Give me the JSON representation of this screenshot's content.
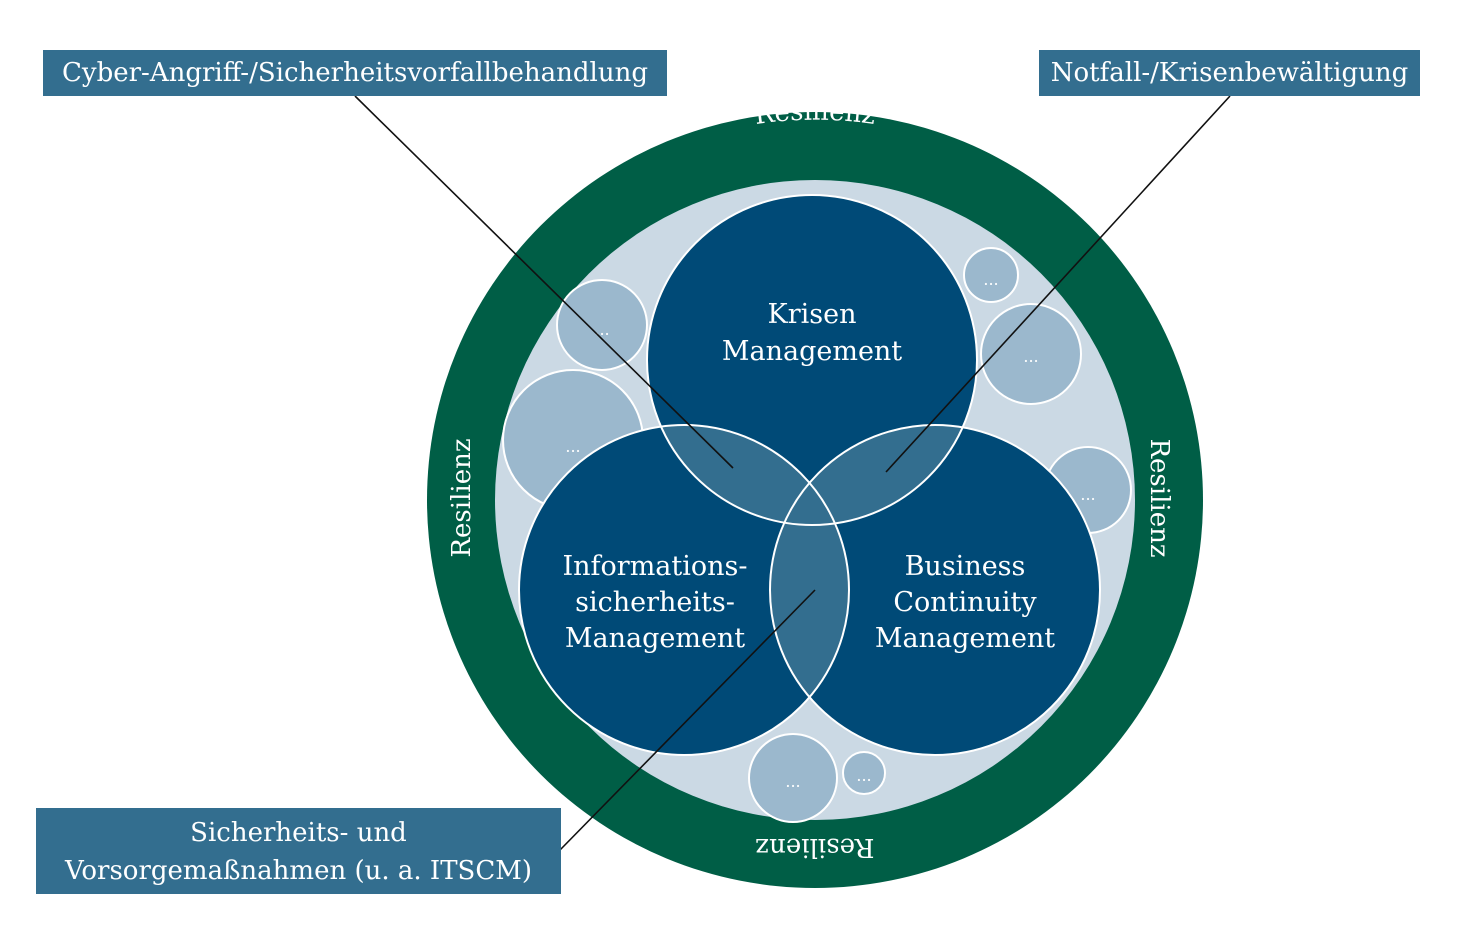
{
  "callouts": {
    "cyber": "Cyber-Angriff-/Sicherheitsvorfallbehandlung",
    "notfall": "Notfall-/Krisenbewältigung",
    "sicherheit_line1": "Sicherheits- und",
    "sicherheit_line2": "Vorsorgemaßnahmen (u. a. ITSCM)"
  },
  "ring": {
    "label_top": "Resilienz",
    "label_left": "Resilienz",
    "label_right": "Resilienz",
    "label_bottom": "Resilienz"
  },
  "circles": {
    "krisen_line1": "Krisen",
    "krisen_line2": "Management",
    "info_line1": "Informations-",
    "info_line2": "sicherheits-",
    "info_line3": "Management",
    "bcm_line1": "Business",
    "bcm_line2": "Continuity",
    "bcm_line3": "Management"
  },
  "small_bubbles": [
    "...",
    "...",
    "...",
    "...",
    "...",
    "...",
    "..."
  ],
  "colors": {
    "ring": "#005e46",
    "inner": "#cbd9e4",
    "main_circle": "#004a77",
    "overlap": "#336e8f",
    "bubble": "#9bb8cd",
    "callout": "#336e8f"
  }
}
